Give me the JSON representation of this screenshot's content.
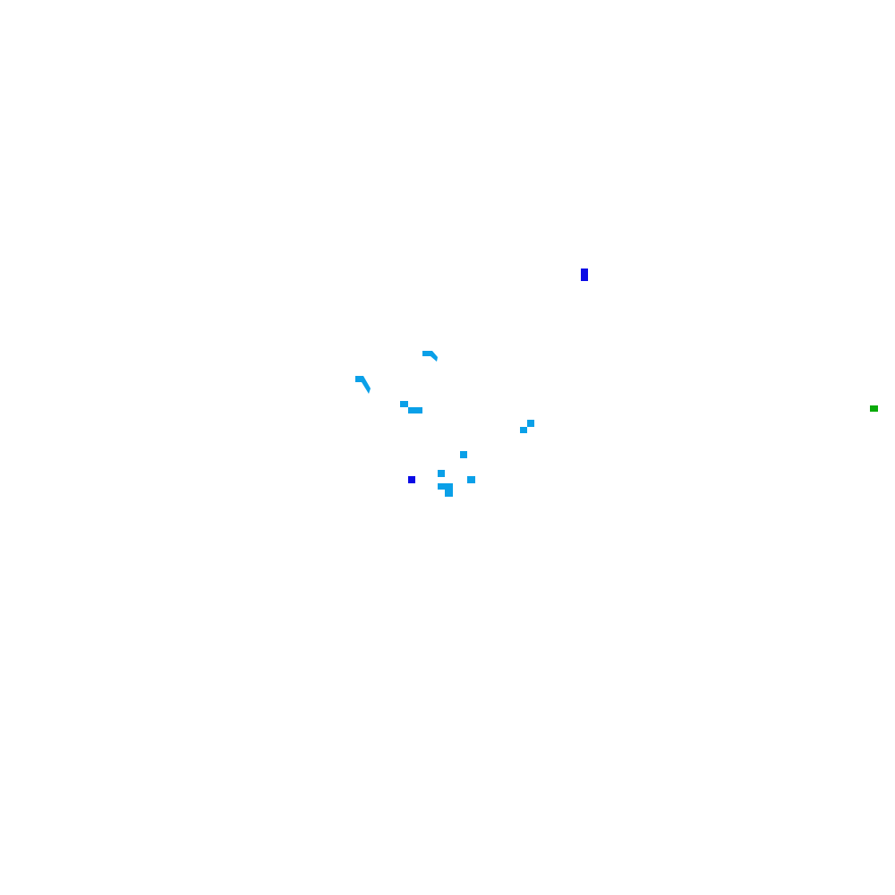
{
  "map": {
    "background": "#ffffff",
    "palette": {
      "light_blue": "#0aa0e8",
      "dark_blue": "#0a0ae6",
      "green": "#0aaa0a"
    },
    "features": [
      {
        "id": "patch-1",
        "color": "light_blue"
      },
      {
        "id": "patch-2",
        "color": "light_blue"
      },
      {
        "id": "patch-3",
        "color": "light_blue"
      },
      {
        "id": "patch-4",
        "color": "light_blue"
      },
      {
        "id": "patch-5",
        "color": "light_blue"
      },
      {
        "id": "patch-6",
        "color": "light_blue"
      },
      {
        "id": "patch-7",
        "color": "light_blue"
      },
      {
        "id": "patch-8",
        "color": "light_blue"
      },
      {
        "id": "patch-9",
        "color": "light_blue"
      },
      {
        "id": "patch-10",
        "color": "light_blue"
      },
      {
        "id": "patch-11",
        "color": "dark_blue"
      },
      {
        "id": "patch-12",
        "color": "dark_blue"
      },
      {
        "id": "patch-13",
        "color": "green"
      }
    ]
  }
}
